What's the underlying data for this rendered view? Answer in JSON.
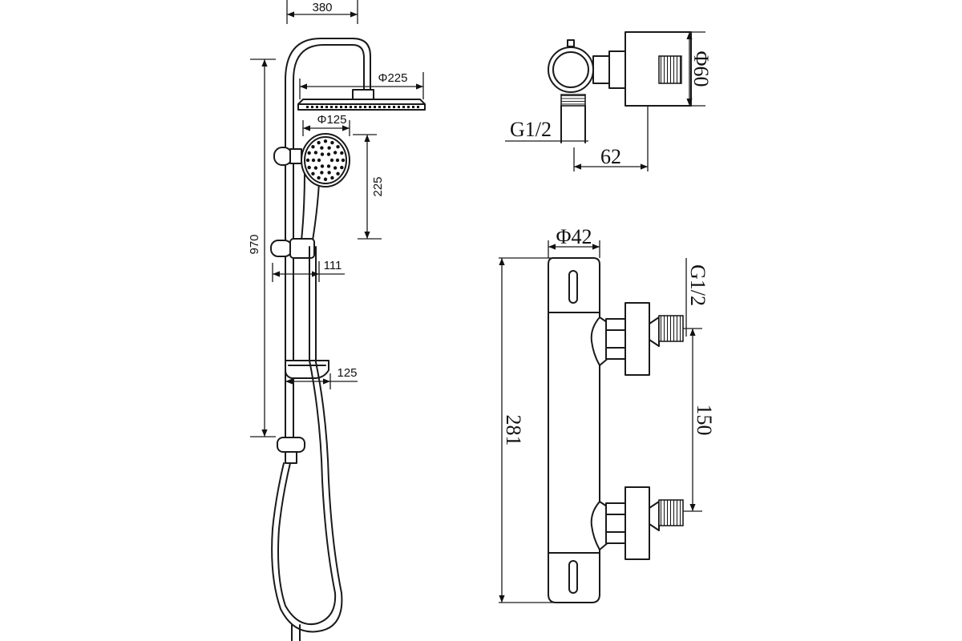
{
  "shower_column": {
    "arm_reach": "380",
    "head_diameter": "Φ225",
    "handshower_diameter": "Φ125",
    "handshower_drop": "225",
    "column_height": "970",
    "slider_offset": "111",
    "soap_dish_depth": "125"
  },
  "valve_side_view": {
    "knob_diameter": "Φ60",
    "inlet_thread": "G1/2",
    "projection": "62"
  },
  "valve_front_view": {
    "body_diameter": "Φ42",
    "body_length": "281",
    "inlet_thread": "G1/2",
    "inlet_centres": "150"
  },
  "colors": {
    "line": "#1a1a1a",
    "background": "#ffffff"
  }
}
